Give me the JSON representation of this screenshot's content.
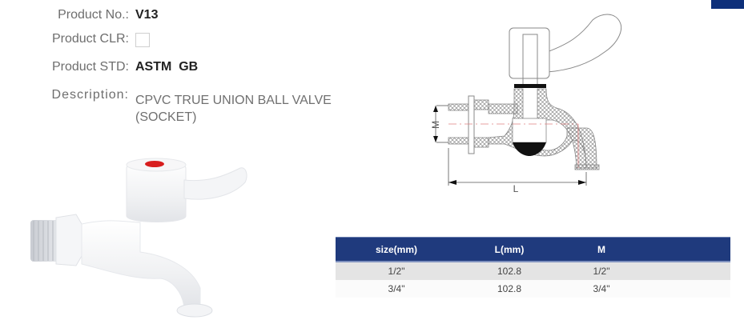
{
  "product": {
    "no_label": "Product No.:",
    "no_value": "V13",
    "clr_label": "Product CLR:",
    "clr_swatch_color": "#ffffff",
    "std_label": "Product STD:",
    "std_value": "ASTM  GB",
    "desc_label": "Description:",
    "desc_value": "CPVC TRUE UNION BALL VALVE (SOCKET)"
  },
  "drawing": {
    "dimension_labels": [
      "M",
      "L"
    ]
  },
  "spec_table": {
    "headers": [
      "size(mm)",
      "L(mm)",
      "M",
      ""
    ],
    "rows": [
      [
        "1/2\"",
        "102.8",
        "1/2\"",
        ""
      ],
      [
        "3/4\"",
        "102.8",
        "3/4\"",
        ""
      ]
    ]
  },
  "colors": {
    "header_bg": "#1f3a7d",
    "corner_block": "#0d2f7a",
    "handle_cap": "#d81e1e"
  }
}
